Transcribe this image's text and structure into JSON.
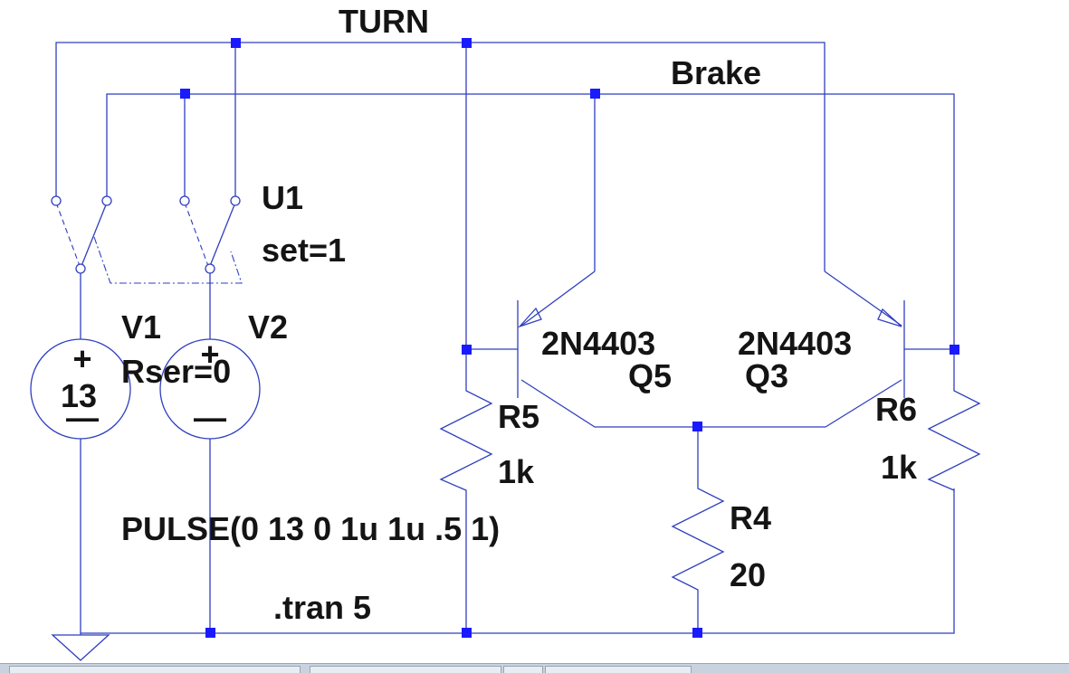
{
  "nets": {
    "turn": "TURN",
    "brake": "Brake"
  },
  "switch": {
    "name": "U1",
    "param": "set=1"
  },
  "v1": {
    "name": "V1",
    "value": "13",
    "plus": "+",
    "minus": "—"
  },
  "v2": {
    "name": "V2",
    "param": "Rser=0",
    "plus": "+",
    "minus": "—",
    "value": "PULSE(0 13 0 1u 1u .5 1)"
  },
  "q5": {
    "model": "2N4403",
    "name": "Q5"
  },
  "q3": {
    "model": "2N4403",
    "name": "Q3"
  },
  "r5": {
    "name": "R5",
    "value": "1k"
  },
  "r6": {
    "name": "R6",
    "value": "1k"
  },
  "r4": {
    "name": "R4",
    "value": "20"
  },
  "directive": ".tran 5",
  "colors": {
    "wire": "#2f3fbf",
    "junction": "#1a1aff",
    "text": "#141414",
    "background": "#ffffff"
  }
}
